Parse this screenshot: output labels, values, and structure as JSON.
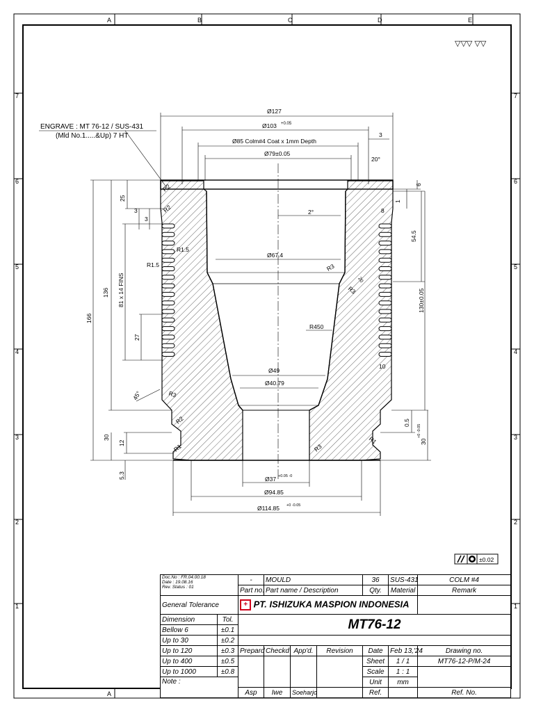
{
  "grid": {
    "cols": [
      "A",
      "B",
      "C",
      "D",
      "E"
    ],
    "rows": [
      "7",
      "6",
      "5",
      "4",
      "3",
      "2",
      "1"
    ]
  },
  "surface_symbol": "▽▽▽ ▽▽",
  "engrave_note": {
    "line1": "ENGRAVE : MT 76-12 / SUS-431",
    "line2": "(Mld No.1.....&Up) 7 HT"
  },
  "dims": {
    "d127": "Ø127",
    "d103": "Ø103",
    "d103_tol": "+0.05",
    "d3_top": "3",
    "d85_note": "Ø85  Colm#4 Coat x 1mm Depth",
    "d79": "Ø79±0.05",
    "ang20": "20°",
    "d6": "6",
    "d1": "1",
    "d8": "8",
    "d54_5": "54.5",
    "d2deg": "2°",
    "d67_4": "Ø67.4",
    "r3_a": "R3",
    "r3_b": "R3",
    "d20": "20",
    "d130": "130±0.05",
    "r450": "R450",
    "d10": "10",
    "d49": "Ø49",
    "d40_79": "Ø40.79",
    "d0_5": "0.5",
    "d30_r": "30",
    "d30_r_tol": "+0 -0.05",
    "r1_r": "R1",
    "r3_c": "R3",
    "d37": "Ø37",
    "d37_tol": "+0.05 -0",
    "d94_85": "Ø94.85",
    "d114_85": "Ø114.85",
    "d114_85_tol": "+0 -0.05",
    "d25": "25",
    "d3a": "3",
    "d3b": "3",
    "r1_5a": "R1.5",
    "r1_5b": "R1.5",
    "d136": "136",
    "fins": "81 x 14 FINS",
    "d27": "27",
    "d166": "166",
    "ang45": "45°",
    "r3_d": "R3",
    "r2_a": "R2",
    "r2_b": "R2",
    "d30_l": "30",
    "d12": "12",
    "d5_3": "5.3",
    "r2_c": "R2",
    "r1_l": "R1"
  },
  "tolerance_frame": {
    "tol": "±0.02"
  },
  "title_block": {
    "doc_no_label": "Doc.No",
    "doc_no": ": FR.04.00.18",
    "date_label": "Date",
    "date": ": 19.08.16",
    "rev_label": "Rev. Status",
    "rev": ": 01",
    "dash": "-",
    "mould": "MOULD",
    "qty_val": "36",
    "material_val": "SUS-431",
    "remark_val": "COLM #4",
    "part_no": "Part no.",
    "part_name": "Part name / Description",
    "qty": "Qty.",
    "material": "Material",
    "remark": "Remark",
    "general_tol": "General Tolerance",
    "dimension": "Dimension",
    "tol": "Tol.",
    "tol_rows": [
      {
        "d": "Bellow 6",
        "t": "±0.1"
      },
      {
        "d": "Up to 30",
        "t": "±0.2"
      },
      {
        "d": "Up to 120",
        "t": "±0.3"
      },
      {
        "d": "Up to 400",
        "t": "±0.5"
      },
      {
        "d": "Up to 1000",
        "t": "±0.8"
      }
    ],
    "note": "Note :",
    "company": "PT. ISHIZUKA MASPION INDONESIA",
    "drawing_title": "MT76-12",
    "prepard": "Prepard",
    "checkd": "Checkd",
    "appd": "App'd.",
    "revision": "Revision",
    "date2": "Date",
    "date2_val": "Feb 13,'24",
    "drawing_no": "Drawing no.",
    "sheet": "Sheet",
    "sheet_val": "1 / 1",
    "drawing_no_val": "MT76-12-P/M-24",
    "scale": "Scale",
    "scale_val": "1 : 1",
    "unit": "Unit",
    "unit_val": "mm",
    "ref_no": "Ref. No.",
    "asp": "Asp",
    "iwe": "Iwe",
    "soeharjo": "Soeharjo",
    "ref": "Ref."
  },
  "colors": {
    "line": "#000000",
    "paper": "#ffffff",
    "logo_red": "#d0021b"
  }
}
